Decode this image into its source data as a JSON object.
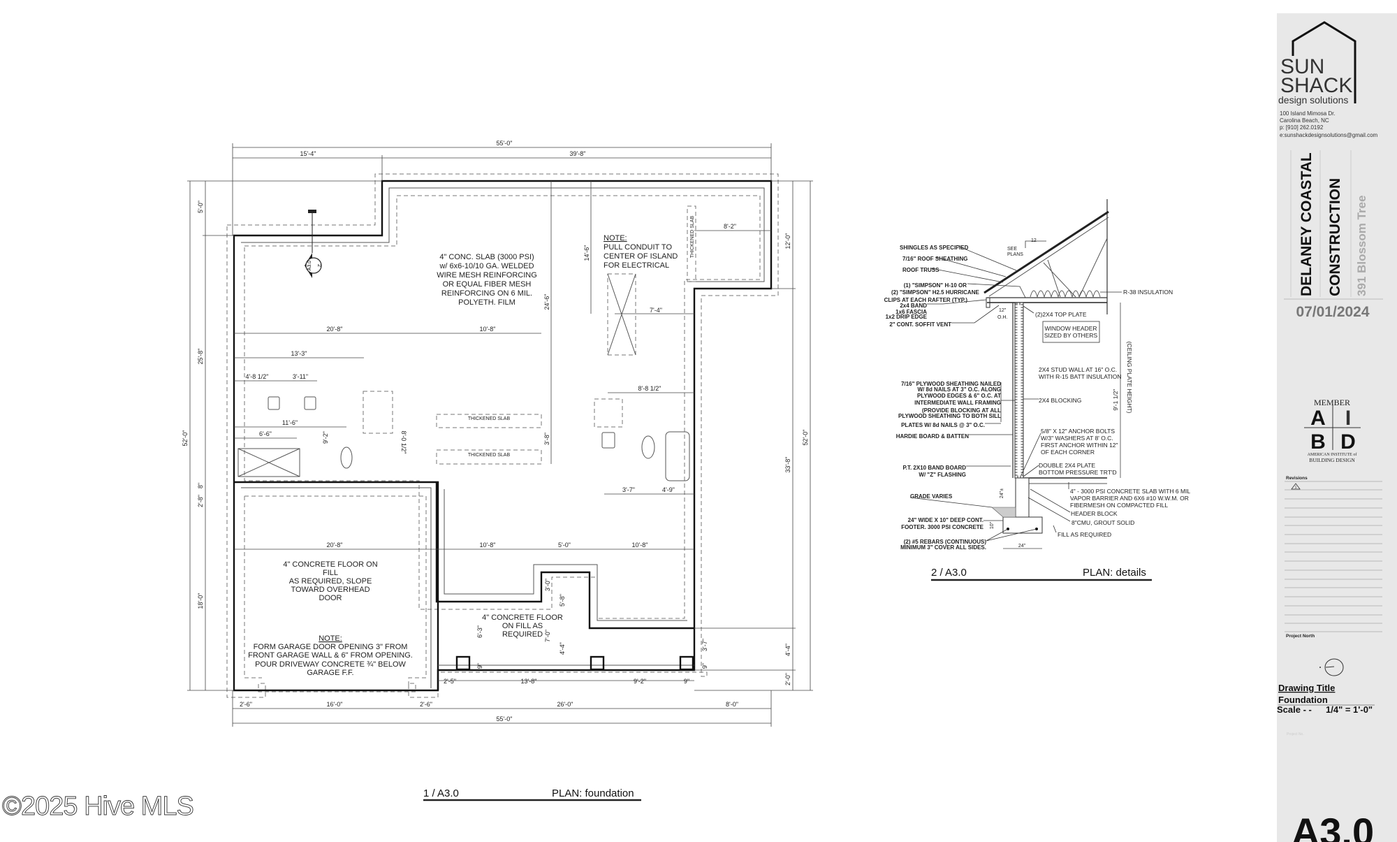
{
  "watermark": "©2025 Hive MLS",
  "foundation_plan": {
    "view_number": "1 / A3.0",
    "view_title": "PLAN: foundation",
    "section_marker": {
      "sheet": "A3.0",
      "number": "2"
    },
    "dimensions": {
      "top_overall": "55'-0\"",
      "top_left": "15'-4\"",
      "top_right": "39'-8\"",
      "left_5": "5'-0\"",
      "left_25_8": "25'-8\"",
      "left_overall": "52'-0\"",
      "left_8in": "8\"",
      "left_2_8": "2'-8\"",
      "left_18": "18'-0\"",
      "right_12": "12'-0\"",
      "right_33_8": "33'-8\"",
      "right_overall": "52'-0\"",
      "right_4_4": "4'-4\"",
      "right_2_0": "2'-0\"",
      "bottom_2_6a": "2'-6\"",
      "bottom_16": "16'-0\"",
      "bottom_2_6b": "2'-6\"",
      "bottom_26": "26'-0\"",
      "bottom_8": "8'-0\"",
      "bottom_overall": "55'-0\"",
      "in_20_8": "20'-8\"",
      "in_10_8": "10'-8\"",
      "in_13_3": "13'-3\"",
      "in_4_8h": "4'-8 1/2\"",
      "in_3_11": "3'-11\"",
      "in_11_6": "11'-6\"",
      "in_6_6": "6'-6\"",
      "in_9_2": "9'-2\"",
      "in_8_0h": "8'-0 1/2\"",
      "in_3_8": "3'-8\"",
      "in_24_6": "24'-6\"",
      "in_14_6": "14'-6\"",
      "in_7_4": "7'-4\"",
      "in_8_2": "8'-2\"",
      "in_8_8h": "8'-8 1/2\"",
      "in_3_7": "3'-7\"",
      "in_4_9": "4'-9\"",
      "lo_20_8": "20'-8\"",
      "lo_10_8a": "10'-8\"",
      "lo_5_0": "5'-0\"",
      "lo_10_8b": "10'-8\"",
      "lo_3_0": "3'-0\"",
      "lo_5_8": "5'-8\"",
      "lo_6_3": "6'-3\"",
      "lo_7_0": "7'-0\"",
      "lo_4_4": "4'-4\"",
      "lo_9a": "9\"",
      "lo_3_7": "3'-7\"",
      "lo_9b": "9\"",
      "lo_2_5": "2'-5\"",
      "lo_13_8": "13'-8\"",
      "lo_9_2": "9'-2\"",
      "lo_9c": "9\""
    },
    "slab_note": [
      "4\" CONC. SLAB (3000 PSI)",
      "w/ 6x6-10/10 GA. WELDED",
      "WIRE MESH REINFORCING",
      "OR EQUAL FIBER MESH",
      "REINFORCING ON 6 MIL.",
      "POLYETH. FILM"
    ],
    "conduit_note": {
      "heading": "NOTE:",
      "lines": [
        "PULL CONDUIT TO",
        "CENTER OF ISLAND",
        "FOR ELECTRICAL"
      ]
    },
    "thickened_slab_vertical": "THICKENED SLAB",
    "thickened_slab_1": "THICKENED SLAB",
    "thickened_slab_2": "THICKENED SLAB",
    "garage_floor_note": [
      "4\" CONCRETE FLOOR ON",
      "FILL",
      "AS REQUIRED, SLOPE",
      "TOWARD OVERHEAD",
      "DOOR"
    ],
    "garage_door_note": {
      "heading": "NOTE:",
      "lines": [
        "FORM GARAGE DOOR OPENING 3\" FROM",
        "FRONT GARAGE WALL & 6\" FROM OPENING.",
        "POUR DRIVEWAY CONCRETE ¾\" BELOW",
        "GARAGE F.F."
      ]
    },
    "porch_note": [
      "4\" CONCRETE FLOOR",
      "ON FILL AS",
      "REQUIRED"
    ]
  },
  "detail": {
    "view_number": "2 / A3.0",
    "view_title": "PLAN: details",
    "roof_labels": {
      "shingles": "SHINGLES AS SPECIFIED",
      "sheathing": "7/16\" ROOF SHEATHING",
      "truss": "ROOF TRUSS",
      "simpson1": "(1) \"SIMPSON\" H-10 OR",
      "simpson2": "(2) \"SIMPSON\" H2.5 HURRICANE",
      "clips": "CLIPS AT EACH RAFTER (TYP.)",
      "band": "2x4 BAND",
      "fascia": "1x6 FASCIA",
      "drip": "1x2 DRIP EDGE",
      "soffit": "2\" CONT. SOFFIT VENT",
      "see_plans": [
        "SEE",
        "PLANS"
      ],
      "pitch": "12",
      "overhang": [
        "12\"",
        "O.H."
      ],
      "insulation": "R-38 INSULATION",
      "top_plate": "(2)2X4 TOP PLATE",
      "window_header": [
        "WINDOW HEADER",
        "SIZED BY OTHERS"
      ],
      "stud_wall": [
        "2X4 STUD WALL AT 16\" O.C.",
        "WITH R-15 BATT INSULATION"
      ]
    },
    "wall_labels": {
      "plywood": [
        "7/16\" PLYWOOD SHEATHING NAILED",
        "W/ 8d NAILS AT 3\" O.C. ALONG",
        "PLYWOOD EDGES & 6\" O.C. AT",
        "INTERMEDIATE WALL FRAMING",
        "(PROVIDE BLOCKING AT ALL",
        "PLYWOOD SHEATHING TO BOTH SILL",
        "PLATES W/ 8d NAILS @ 3\" O.C."
      ],
      "blocking": "2X4 BLOCKING",
      "hardie": "HARDIE BOARD & BATTEN",
      "anchor": [
        "5/8\" X 12\" ANCHOR BOLTS",
        "W/3\" WASHERS AT 8' O.C.",
        "FIRST ANCHOR WITHIN 12\"",
        "OF EACH CORNER"
      ],
      "band_board": [
        "P.T. 2X10 BAND BOARD",
        "W/ \"Z\" FLASHING"
      ],
      "double_plate": [
        "DOUBLE 2X4 PLATE",
        "BOTTOM PRESSURE TRT'D"
      ],
      "ceiling_dim": "9'-1 1/2\"",
      "ceiling_label": "(CEILING PLATE HEIGHT)"
    },
    "foundation_labels": {
      "slab": [
        "4\" - 3000 PSI CONCRETE SLAB WITH 6 MIL",
        "VAPOR BARRIER AND 6X6 #10 W.W.M. OR",
        "FIBERMESH ON COMPACTED FILL"
      ],
      "grade": "GRADE VARIES",
      "header_block": "HEADER BLOCK",
      "cmu": "8\"CMU, GROUT SOLID",
      "footer": [
        "24\" WIDE X 10\" DEEP CONT.",
        "FOOTER. 3000 PSI CONCRETE"
      ],
      "fill": "FILL AS REQUIRED",
      "rebar": [
        "(2) #5 REBARS (CONTINUOUS)",
        "MINIMUM 3\" COVER ALL SIDES."
      ],
      "stem_dim": "24\"±",
      "footer_depth": "10\"",
      "footer_width": "24\""
    }
  },
  "title_block": {
    "logo_line1": "SUN",
    "logo_line2": "SHACK",
    "logo_line3": "design solutions",
    "address": [
      "100 Island Mimosa Dr.",
      "Carolina Beach, NC",
      "p: [910] 262.0192",
      "e:sunshackdesignsolutions@gmail.com"
    ],
    "client_line1": "DELANEY COASTAL",
    "client_line2": "CONSTRUCTION",
    "project_address": "391 Blossom Tree",
    "date": "07/01/2024",
    "aibd": {
      "member": "MEMBER",
      "letters": [
        "A",
        "I",
        "B",
        "D"
      ],
      "line1": "AMERICAN INSTITUTE of",
      "line2": "BUILDING DESIGN"
    },
    "revisions_label": "Revisions",
    "revision_mark": "1",
    "project_north_label": "Project North",
    "drawing_title_label": "Drawing Title",
    "drawing_title": "Foundation",
    "scale_label": "Scale - -",
    "scale_value": "1/4\" = 1'-0\"",
    "project_no_label": "Project No.",
    "sheet_number": "A3.0",
    "colors": {
      "panel": "#e8e8e8",
      "date": "#777777",
      "project_address": "#aaaaaa"
    }
  }
}
